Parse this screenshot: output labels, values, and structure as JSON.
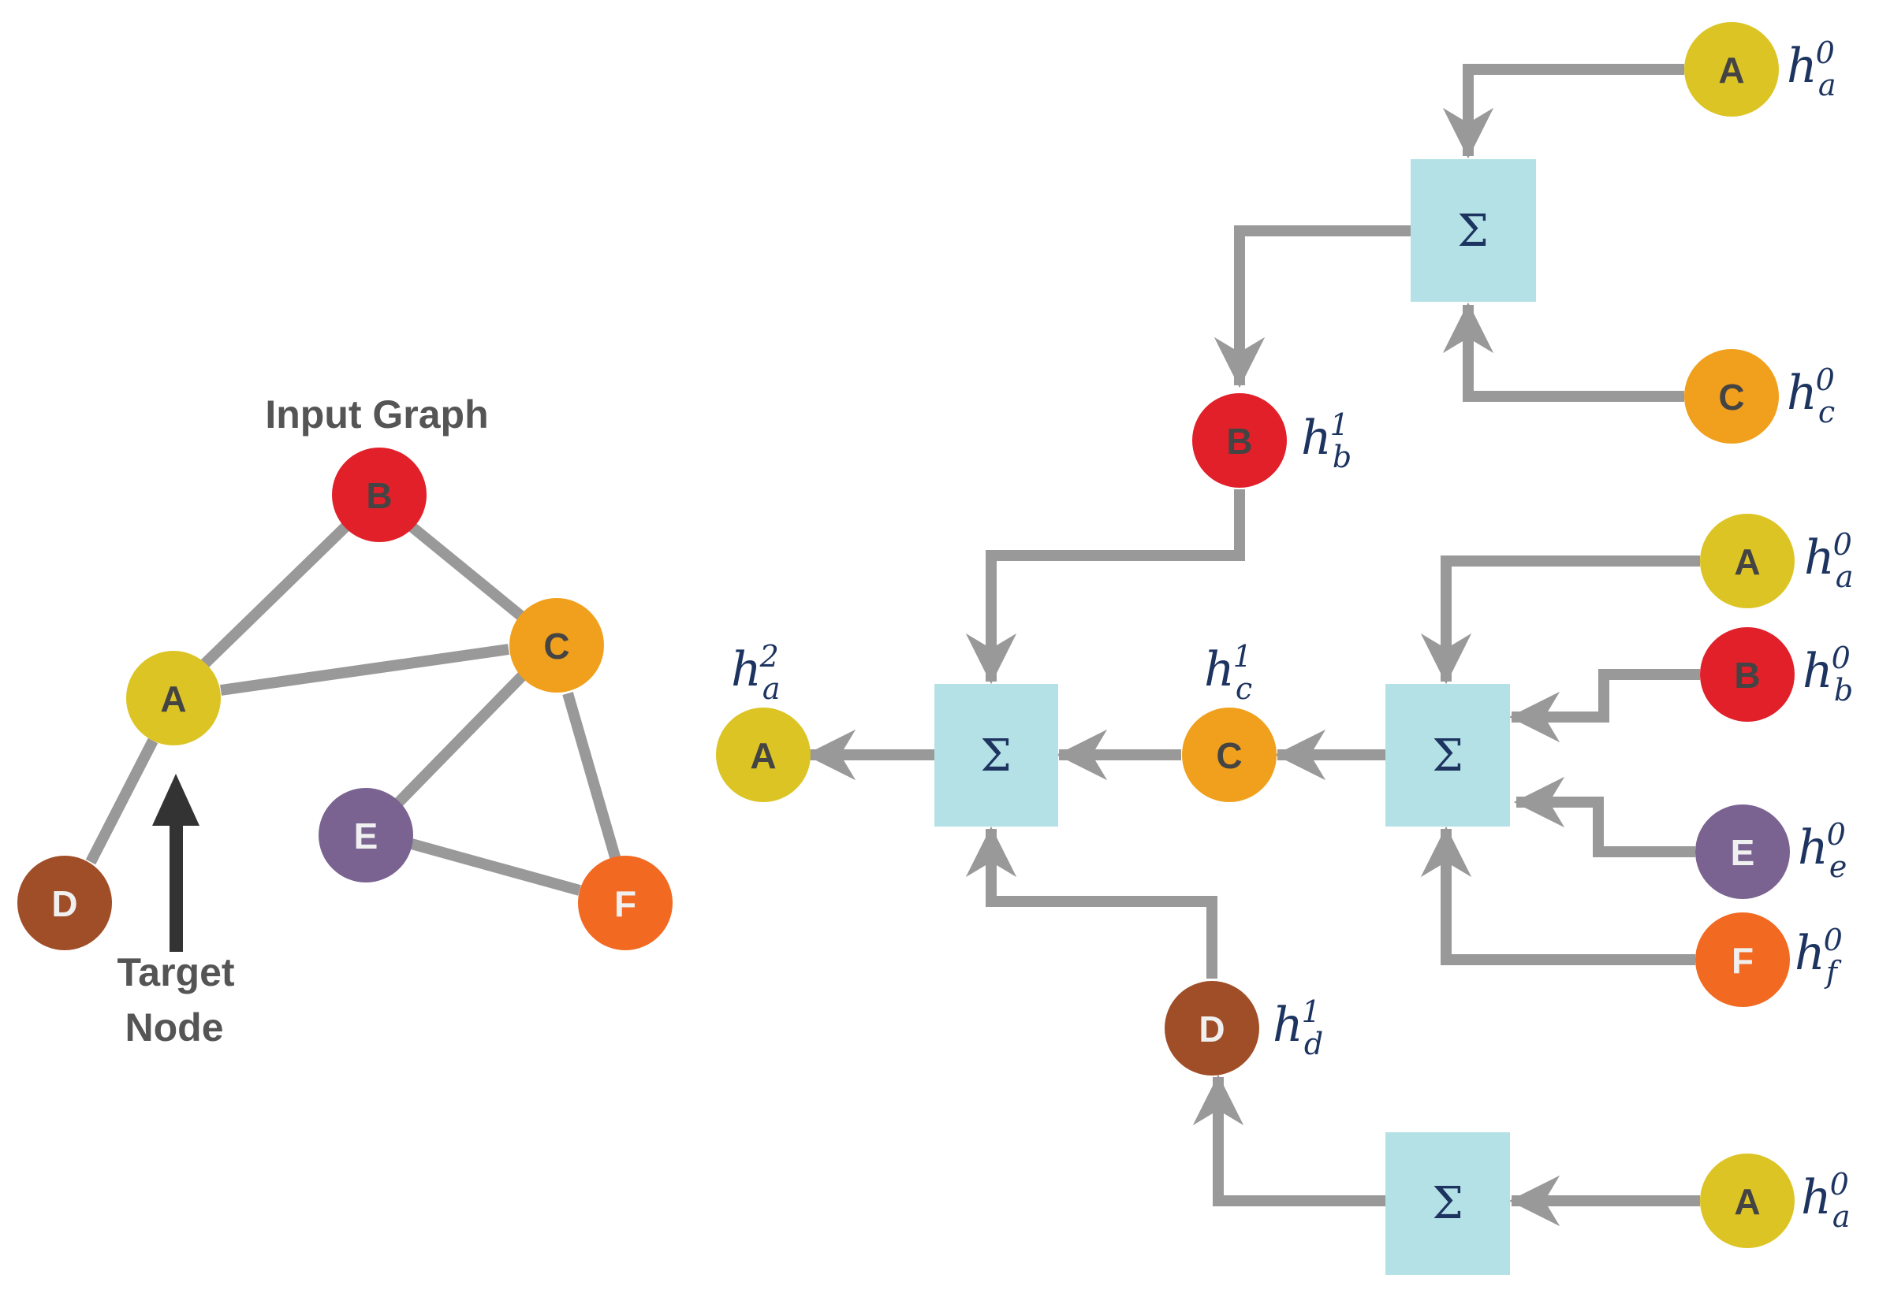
{
  "input_graph": {
    "title": "Input Graph",
    "target_label_line1": "Target",
    "target_label_line2": "Node",
    "nodes": {
      "A": {
        "label": "A"
      },
      "B": {
        "label": "B"
      },
      "C": {
        "label": "C"
      },
      "D": {
        "label": "D"
      },
      "E": {
        "label": "E"
      },
      "F": {
        "label": "F"
      }
    },
    "edges": [
      [
        "A",
        "B"
      ],
      [
        "A",
        "C"
      ],
      [
        "B",
        "C"
      ],
      [
        "A",
        "D"
      ],
      [
        "C",
        "E"
      ],
      [
        "C",
        "F"
      ],
      [
        "E",
        "F"
      ]
    ]
  },
  "computation_graph": {
    "aggregator_symbol": "Σ",
    "output": {
      "node": "A",
      "h": "h",
      "sub": "a",
      "sup": "2"
    },
    "layer1": {
      "b": {
        "node": "B",
        "h": "h",
        "sub": "b",
        "sup": "1"
      },
      "c": {
        "node": "C",
        "h": "h",
        "sub": "c",
        "sup": "1"
      },
      "d": {
        "node": "D",
        "h": "h",
        "sub": "d",
        "sup": "1"
      }
    },
    "layer0": {
      "top_a": {
        "node": "A",
        "h": "h",
        "sub": "a",
        "sup": "0"
      },
      "top_c": {
        "node": "C",
        "h": "h",
        "sub": "c",
        "sup": "0"
      },
      "mid_a": {
        "node": "A",
        "h": "h",
        "sub": "a",
        "sup": "0"
      },
      "mid_b": {
        "node": "B",
        "h": "h",
        "sub": "b",
        "sup": "0"
      },
      "mid_e": {
        "node": "E",
        "h": "h",
        "sub": "e",
        "sup": "0"
      },
      "mid_f": {
        "node": "F",
        "h": "h",
        "sub": "f",
        "sup": "0"
      },
      "bot_a": {
        "node": "A",
        "h": "h",
        "sub": "a",
        "sup": "0"
      }
    }
  },
  "colors": {
    "A": "#dcc424",
    "B": "#e1202a",
    "C": "#f0a01c",
    "D": "#a04e28",
    "E": "#7a6391",
    "F": "#f26922",
    "edge": "#999999",
    "aggregator": "#b4e1e5",
    "label_dark": "#444444",
    "label_light": "#f0f0f0",
    "math": "#1d3461",
    "target_arrow": "#333333"
  }
}
